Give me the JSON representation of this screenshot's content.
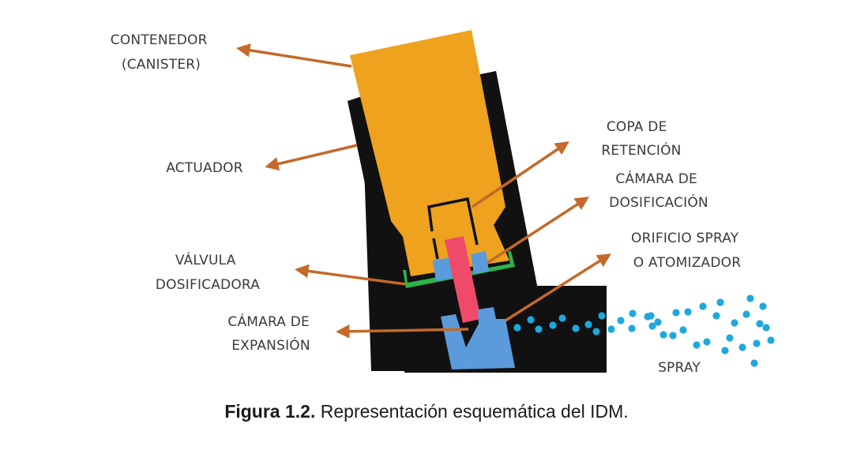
{
  "diagram": {
    "labels": {
      "canister": [
        "CONTENEDOR",
        "(CANISTER)"
      ],
      "actuator": [
        "ACTUADOR"
      ],
      "retention_cup": [
        "COPA  DE",
        "RETENCIÓN"
      ],
      "metering_chamber": [
        "CÁMARA DE",
        "DOSIFICACIÓN"
      ],
      "metering_valve": [
        "VÁLVULA",
        "DOSIFICADORA"
      ],
      "spray_orifice": [
        "ORIFICIO SPRAY",
        "O ATOMIZADOR"
      ],
      "expansion_chamber": [
        "CÁMARA DE",
        "EXPANSIÓN"
      ],
      "spray": [
        "SPRAY"
      ]
    },
    "colors": {
      "canister": "#EEA21E",
      "actuator": "#111111",
      "valve_seal": "#2DB34A",
      "metering_chamber": "#5B9BDB",
      "valve_stem": "#F04A6A",
      "arrow": "#C4692A",
      "droplet": "#1DA8E0",
      "label_text": "#3a3a3a"
    }
  },
  "caption": {
    "figure_number": "Figura 1.2.",
    "text": " Representación esquemática del IDM."
  }
}
